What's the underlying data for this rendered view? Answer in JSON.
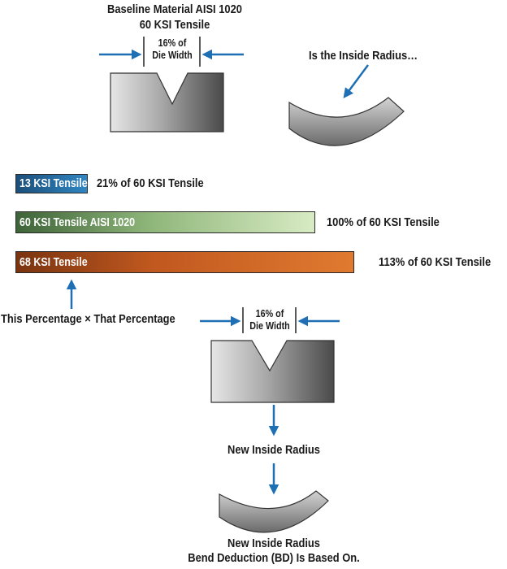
{
  "top_die": {
    "title_line1": "Baseline Material AISI 1020",
    "title_line2": "60 KSI Tensile",
    "width_label_line1": "16% of",
    "width_label_line2": "Die Width"
  },
  "top_radius_label": "Is the Inside Radius…",
  "bars": [
    {
      "label": "13 KSI Tensile",
      "percent_text": "21% of 60 KSI Tensile",
      "percent": 21,
      "color": "#2f86c2"
    },
    {
      "label": "60 KSI Tensile AISI 1020",
      "percent_text": "100% of 60 KSI Tensile",
      "percent": 100,
      "color": "#8fb67a"
    },
    {
      "label": "68 KSI Tensile",
      "percent_text": "113% of 60 KSI Tensile",
      "percent": 113,
      "color": "#e07a30"
    }
  ],
  "formula_label": "This Percentage × That Percentage",
  "bottom_die": {
    "width_label_line1": "16% of",
    "width_label_line2": "Die Width"
  },
  "new_radius_label": "New Inside Radius",
  "final_label_line1": "New Inside Radius",
  "final_label_line2": "Bend Deduction (BD) Is Based On.",
  "colors": {
    "arrow": "#1f6fb5",
    "die_dark": "#4a4a4a",
    "die_light": "#e6e6e6"
  }
}
